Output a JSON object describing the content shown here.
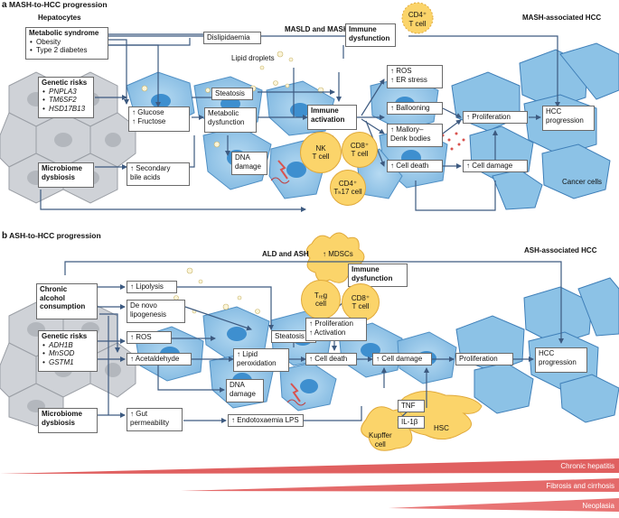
{
  "panel_a": {
    "letter": "a",
    "title": "MASH-to-HCC progression",
    "hepatocytes_label": "Hepatocytes",
    "stage_mid": "MASLD and MASH",
    "stage_right": "MASH-associated HCC",
    "metabolic_syndrome": {
      "title": "Metabolic syndrome",
      "items": [
        "Obesity",
        "Type 2 diabetes"
      ]
    },
    "genetic_risks": {
      "title": "Genetic risks",
      "items": [
        "PNPLA3",
        "TM6SF2",
        "HSD17B13"
      ]
    },
    "microbiome": {
      "line1": "Microbiome",
      "line2": "dysbiosis"
    },
    "dislipidaemia": "Dislipidaemia",
    "immune_dysfunction": {
      "line1": "Immune",
      "line2": "dysfunction"
    },
    "cd4_tcell": {
      "line1": "CD4⁺",
      "line2": "T cell"
    },
    "lipid_droplets": "Lipid droplets",
    "steatosis": "Steatosis",
    "glucose": "↑ Glucose",
    "fructose": "↑ Fructose",
    "metabolic_dysfunction": {
      "line1": "Metabolic",
      "line2": "dysfunction"
    },
    "immune_activation": {
      "line1": "Immune",
      "line2": "activation"
    },
    "ros": "↑ ROS",
    "er_stress": "↑ ER stress",
    "ballooning": "↑ Ballooning",
    "mallory": {
      "line1": "↑ Mallory–",
      "line2": "Denk bodies"
    },
    "cell_death": "↑ Cell death",
    "proliferation": "↑ Proliferation",
    "cell_damage": "↑ Cell damage",
    "hcc_progression": {
      "line1": "HCC",
      "line2": "progression"
    },
    "cancer_cells": "Cancer cells",
    "dna_damage": {
      "line1": "DNA",
      "line2": "damage"
    },
    "nk_tcell": {
      "line1": "NK",
      "line2": "T cell"
    },
    "cd8_tcell": {
      "line1": "CD8⁺",
      "line2": "T cell"
    },
    "cd4_th17": {
      "line1": "CD4⁺",
      "line2": "Tₕ17 cell"
    },
    "secondary_bile": {
      "line1": "↑ Secondary",
      "line2": "bile acids"
    }
  },
  "panel_b": {
    "letter": "b",
    "title": "ASH-to-HCC progression",
    "stage_mid": "ALD and ASH",
    "stage_right": "ASH-associated HCC",
    "mdscs": "↑ MDSCs",
    "immune_dysfunction": {
      "line1": "Immune",
      "line2": "dysfunction"
    },
    "chronic_alcohol": {
      "line1": "Chronic",
      "line2": "alcohol",
      "line3": "consumption"
    },
    "lipolysis": "↑ Lipolysis",
    "de_novo": {
      "line1": "De novo",
      "line2": "lipogenesis"
    },
    "treg": {
      "line1": "Tᵣₑg",
      "line2": "cell"
    },
    "cd8_tcell": {
      "line1": "CD8⁺",
      "line2": "T cell"
    },
    "genetic_risks": {
      "title": "Genetic risks",
      "items": [
        "ADH1B",
        "MnSOD",
        "GSTM1"
      ]
    },
    "ros": "↑ ROS",
    "steatosis": "Steatosis",
    "prolif_activation": {
      "line1": "↑ Proliferation",
      "line2": "↑ Activation"
    },
    "acetaldehyde": "↑ Acetaldehyde",
    "lipid_perox": {
      "line1": "↑ Lipid",
      "line2": "peroxidation"
    },
    "cell_death": "↑ Cell death",
    "cell_damage": "↑ Cell damage",
    "proliferation": "Proliferation",
    "hcc_progression": {
      "line1": "HCC",
      "line2": "progression"
    },
    "dna_damage": {
      "line1": "DNA",
      "line2": "damage"
    },
    "microbiome": {
      "line1": "Microbiome",
      "line2": "dysbiosis"
    },
    "gut_perm": {
      "line1": "↑ Gut",
      "line2": "permeability"
    },
    "endotox": "↑ Endotoxaemia LPS",
    "tnf": "TNF",
    "il1b": "IL-1β",
    "kupffer": {
      "line1": "Kupffer",
      "line2": "cell"
    },
    "hsc": "HSC"
  },
  "bands": [
    "Chronic hepatitis",
    "Fibrosis and cirrhosis",
    "Neoplasia"
  ],
  "colors": {
    "hepatocyte": "#c9ccd1",
    "cell_blue": "#8cc2e6",
    "cell_nucleus": "#3e8fcf",
    "immune_yellow": "#fbd46a",
    "band_red": "#e06060",
    "arrow": "#3d5a80"
  }
}
